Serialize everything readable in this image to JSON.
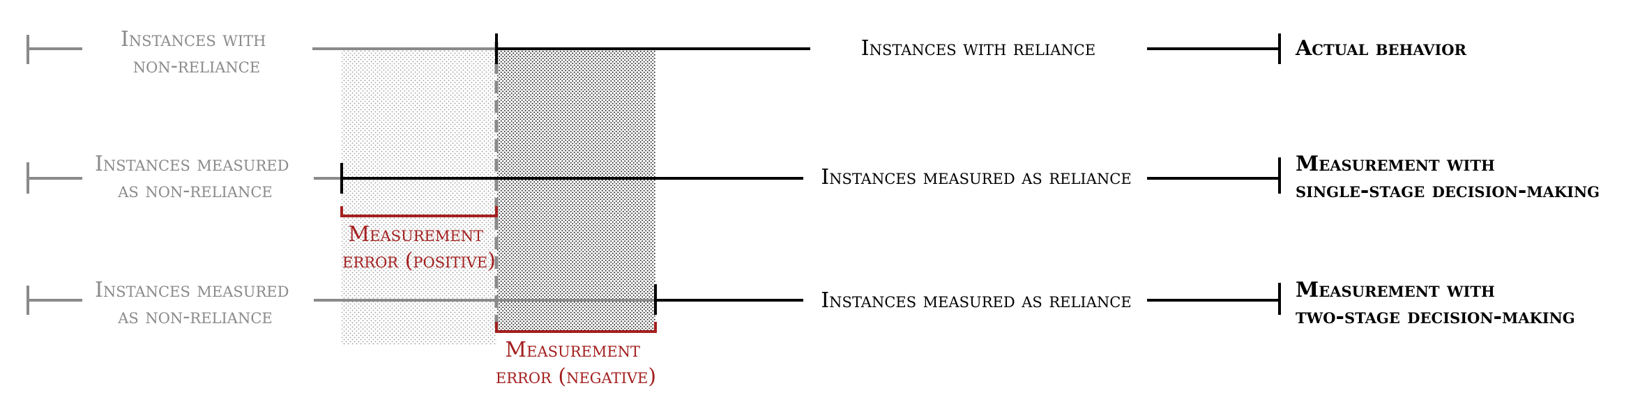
{
  "colors": {
    "gray": "#8a8a8a",
    "black": "#000000",
    "red": "#a3201f",
    "hatch": "#555555"
  },
  "rows": [
    {
      "left_label": [
        "Instances with",
        "non-reliance"
      ],
      "right_label": "Instances with reliance",
      "row_label": [
        "Actual behavior"
      ]
    },
    {
      "left_label": [
        "Instances measured",
        "as non-reliance"
      ],
      "right_label": "Instances measured as reliance",
      "row_label": [
        "Measurement with",
        "single-stage decision-making"
      ]
    },
    {
      "left_label": [
        "Instances measured",
        "as non-reliance"
      ],
      "right_label": "Instances measured as reliance",
      "row_label": [
        "Measurement with",
        "two-stage decision-making"
      ]
    }
  ],
  "errors": {
    "positive": [
      "Measurement",
      "error (positive)"
    ],
    "negative": [
      "Measurement",
      "error (negative)"
    ]
  }
}
